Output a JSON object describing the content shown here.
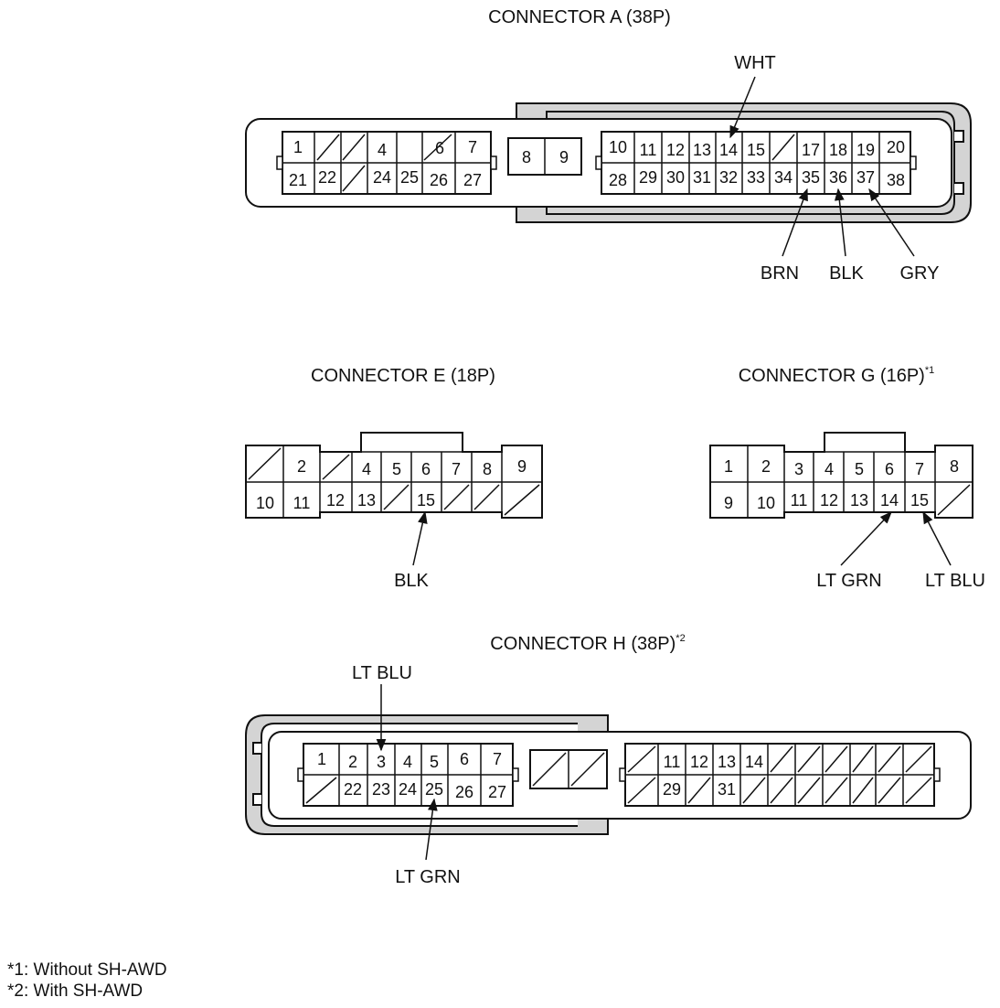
{
  "connectors": {
    "a": {
      "title": "CONNECTOR A (38P)",
      "wires": [
        "WHT",
        "BRN",
        "BLK",
        "GRY"
      ],
      "pins": [
        "1",
        "4",
        "6",
        "7",
        "21",
        "22",
        "24",
        "25",
        "26",
        "27",
        "8",
        "9",
        "10",
        "11",
        "12",
        "13",
        "14",
        "15",
        "17",
        "18",
        "19",
        "20",
        "28",
        "29",
        "30",
        "31",
        "32",
        "33",
        "34",
        "35",
        "36",
        "37",
        "38"
      ]
    },
    "e": {
      "title": "CONNECTOR E (18P)",
      "wires": [
        "BLK"
      ],
      "pins": [
        "2",
        "4",
        "5",
        "6",
        "7",
        "8",
        "9",
        "10",
        "11",
        "12",
        "13",
        "15"
      ]
    },
    "g": {
      "title": "CONNECTOR G (16P)",
      "title_mark": "*1",
      "wires": [
        "LT GRN",
        "LT BLU"
      ],
      "pins": [
        "1",
        "2",
        "3",
        "4",
        "5",
        "6",
        "7",
        "8",
        "9",
        "10",
        "11",
        "12",
        "13",
        "14",
        "15"
      ]
    },
    "h": {
      "title": "CONNECTOR H (38P)",
      "title_mark": "*2",
      "wires": [
        "LT BLU",
        "LT GRN"
      ],
      "pins": [
        "1",
        "2",
        "3",
        "4",
        "5",
        "6",
        "7",
        "22",
        "23",
        "24",
        "25",
        "26",
        "27",
        "11",
        "12",
        "13",
        "14",
        "29",
        "31"
      ]
    }
  },
  "footnotes": [
    "*1: Without SH-AWD",
    "*2: With SH-AWD"
  ],
  "colors": {
    "line": "#111111",
    "shade": "#d4d4d4",
    "background": "#ffffff"
  }
}
